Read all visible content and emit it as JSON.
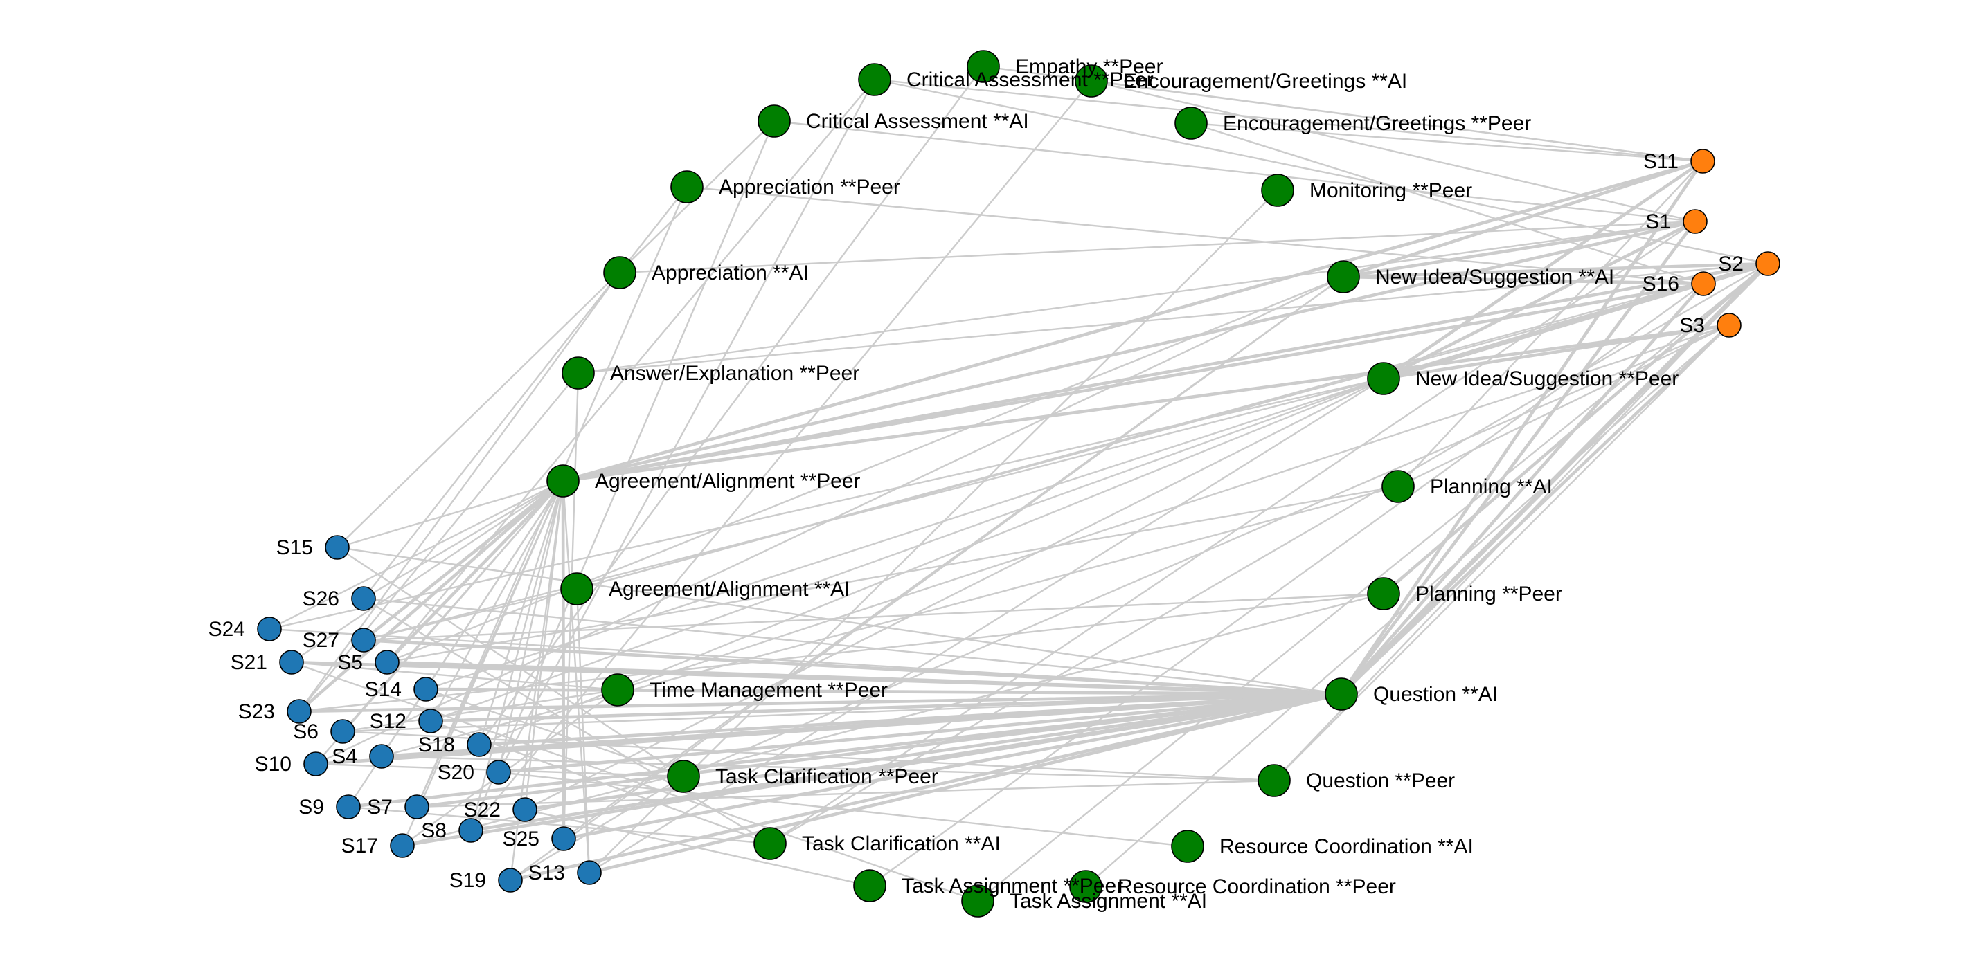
{
  "colors": {
    "edge": "#cccccc",
    "code_node": "#007f00",
    "student_group_a": "#1f77b4",
    "student_group_b": "#ff7f0e",
    "node_stroke": "#000000"
  },
  "nodes": [
    {
      "id": "empathy_peer",
      "label": "Empathy  **Peer",
      "kind": "code"
    },
    {
      "id": "crit_a",
      "label": "Critical Assessment  **Peer",
      "kind": "code"
    },
    {
      "id": "enc_ai",
      "label": "Encouragement/Greetings  **AI",
      "kind": "code"
    },
    {
      "id": "crit_ai",
      "label": "Critical Assessment  **AI",
      "kind": "code"
    },
    {
      "id": "enc_peer",
      "label": "Encouragement/Greetings  **Peer",
      "kind": "code"
    },
    {
      "id": "appr_peer",
      "label": "Appreciation  **Peer",
      "kind": "code"
    },
    {
      "id": "monitor_peer",
      "label": "Monitoring  **Peer",
      "kind": "code"
    },
    {
      "id": "appr_ai",
      "label": "Appreciation  **AI",
      "kind": "code"
    },
    {
      "id": "newidea_ai",
      "label": "New Idea/Suggestion  **AI",
      "kind": "code"
    },
    {
      "id": "ans_peer",
      "label": "Answer/Explanation  **Peer",
      "kind": "code"
    },
    {
      "id": "newidea_peer",
      "label": "New Idea/Suggestion  **Peer",
      "kind": "code"
    },
    {
      "id": "agree_peer",
      "label": "Agreement/Alignment  **Peer",
      "kind": "code"
    },
    {
      "id": "plan_ai",
      "label": "Planning  **AI",
      "kind": "code"
    },
    {
      "id": "agree_ai",
      "label": "Agreement/Alignment  **AI",
      "kind": "code"
    },
    {
      "id": "plan_peer",
      "label": "Planning  **Peer",
      "kind": "code"
    },
    {
      "id": "time_peer",
      "label": "Time Management  **Peer",
      "kind": "code"
    },
    {
      "id": "q_ai",
      "label": "Question  **AI",
      "kind": "code"
    },
    {
      "id": "taskclar_peer",
      "label": "Task Clarification  **Peer",
      "kind": "code"
    },
    {
      "id": "q_peer",
      "label": "Question  **Peer",
      "kind": "code"
    },
    {
      "id": "taskclar_ai",
      "label": "Task Clarification  **AI",
      "kind": "code"
    },
    {
      "id": "rescoord_ai",
      "label": "Resource Coordination  **AI",
      "kind": "code"
    },
    {
      "id": "taskassign_peer",
      "label": "Task Assignment  **Peer",
      "kind": "code"
    },
    {
      "id": "rescoord_peer",
      "label": "Resource Coordination  **Peer",
      "kind": "code"
    },
    {
      "id": "taskassign_ai",
      "label": "Task Assignment  **AI",
      "kind": "code"
    },
    {
      "id": "s11",
      "label": "S11",
      "kind": "student_b"
    },
    {
      "id": "s1",
      "label": "S1",
      "kind": "student_b"
    },
    {
      "id": "s2",
      "label": "S2",
      "kind": "student_b"
    },
    {
      "id": "s16",
      "label": "S16",
      "kind": "student_b"
    },
    {
      "id": "s3",
      "label": "S3",
      "kind": "student_b"
    },
    {
      "id": "s15",
      "label": "S15",
      "kind": "student_a"
    },
    {
      "id": "s26",
      "label": "S26",
      "kind": "student_a"
    },
    {
      "id": "s24",
      "label": "S24",
      "kind": "student_a"
    },
    {
      "id": "s27",
      "label": "S27",
      "kind": "student_a"
    },
    {
      "id": "s21",
      "label": "S21",
      "kind": "student_a"
    },
    {
      "id": "s5",
      "label": "S5",
      "kind": "student_a"
    },
    {
      "id": "s14",
      "label": "S14",
      "kind": "student_a"
    },
    {
      "id": "s23",
      "label": "S23",
      "kind": "student_a"
    },
    {
      "id": "s12",
      "label": "S12",
      "kind": "student_a"
    },
    {
      "id": "s6",
      "label": "S6",
      "kind": "student_a"
    },
    {
      "id": "s18",
      "label": "S18",
      "kind": "student_a"
    },
    {
      "id": "s4",
      "label": "S4",
      "kind": "student_a"
    },
    {
      "id": "s10",
      "label": "S10",
      "kind": "student_a"
    },
    {
      "id": "s20",
      "label": "S20",
      "kind": "student_a"
    },
    {
      "id": "s22",
      "label": "S22",
      "kind": "student_a"
    },
    {
      "id": "s9",
      "label": "S9",
      "kind": "student_a"
    },
    {
      "id": "s7",
      "label": "S7",
      "kind": "student_a"
    },
    {
      "id": "s8",
      "label": "S8",
      "kind": "student_a"
    },
    {
      "id": "s25",
      "label": "S25",
      "kind": "student_a"
    },
    {
      "id": "s17",
      "label": "S17",
      "kind": "student_a"
    },
    {
      "id": "s13",
      "label": "S13",
      "kind": "student_a"
    },
    {
      "id": "s19",
      "label": "S19",
      "kind": "student_a"
    }
  ],
  "edges": [
    [
      "s11",
      "crit_a",
      1
    ],
    [
      "s11",
      "enc_ai",
      1
    ],
    [
      "s11",
      "enc_peer",
      1
    ],
    [
      "s11",
      "newidea_ai",
      2
    ],
    [
      "s11",
      "newidea_peer",
      2
    ],
    [
      "s11",
      "agree_peer",
      2
    ],
    [
      "s11",
      "q_ai",
      2
    ],
    [
      "s11",
      "plan_ai",
      1
    ],
    [
      "s11",
      "empathy_peer",
      1
    ],
    [
      "s1",
      "enc_ai",
      1
    ],
    [
      "s1",
      "newidea_ai",
      2
    ],
    [
      "s1",
      "newidea_peer",
      2
    ],
    [
      "s1",
      "agree_peer",
      2
    ],
    [
      "s1",
      "q_ai",
      2
    ],
    [
      "s1",
      "ans_peer",
      1
    ],
    [
      "s1",
      "taskclar_ai",
      1
    ],
    [
      "s1",
      "appr_ai",
      1
    ],
    [
      "s1",
      "crit_ai",
      1
    ],
    [
      "s2",
      "newidea_ai",
      2
    ],
    [
      "s2",
      "newidea_peer",
      3
    ],
    [
      "s2",
      "agree_peer",
      2
    ],
    [
      "s2",
      "q_ai",
      3
    ],
    [
      "s2",
      "plan_peer",
      2
    ],
    [
      "s2",
      "taskassign_ai",
      1
    ],
    [
      "s2",
      "taskclar_ai",
      1
    ],
    [
      "s2",
      "crit_a",
      1
    ],
    [
      "s2",
      "ans_peer",
      1
    ],
    [
      "s2",
      "agree_ai",
      1
    ],
    [
      "s2",
      "q_peer",
      1
    ],
    [
      "s16",
      "newidea_ai",
      2
    ],
    [
      "s16",
      "newidea_peer",
      2
    ],
    [
      "s16",
      "agree_peer",
      2
    ],
    [
      "s16",
      "q_ai",
      2
    ],
    [
      "s16",
      "taskassign_peer",
      1
    ],
    [
      "s16",
      "agree_ai",
      1
    ],
    [
      "s16",
      "enc_peer",
      1
    ],
    [
      "s16",
      "appr_peer",
      1
    ],
    [
      "s3",
      "newidea_peer",
      2
    ],
    [
      "s3",
      "q_ai",
      2
    ],
    [
      "s3",
      "agree_peer",
      2
    ],
    [
      "s3",
      "plan_ai",
      1
    ],
    [
      "s3",
      "rescoord_peer",
      1
    ],
    [
      "s3",
      "taskclar_peer",
      1
    ],
    [
      "s3",
      "time_peer",
      1
    ],
    [
      "s3",
      "q_peer",
      1
    ],
    [
      "s15",
      "agree_peer",
      1
    ],
    [
      "s15",
      "q_ai",
      1
    ],
    [
      "s15",
      "crit_ai",
      1
    ],
    [
      "s15",
      "taskclar_peer",
      1
    ],
    [
      "s26",
      "agree_peer",
      1
    ],
    [
      "s26",
      "q_ai",
      1
    ],
    [
      "s26",
      "taskclar_ai",
      1
    ],
    [
      "s26",
      "appr_peer",
      1
    ],
    [
      "s24",
      "agree_peer",
      1
    ],
    [
      "s24",
      "q_ai",
      1
    ],
    [
      "s24",
      "newidea_peer",
      1
    ],
    [
      "s27",
      "agree_peer",
      2
    ],
    [
      "s27",
      "q_ai",
      2
    ],
    [
      "s27",
      "agree_ai",
      1
    ],
    [
      "s27",
      "newidea_peer",
      1
    ],
    [
      "s27",
      "plan_peer",
      1
    ],
    [
      "s21",
      "agree_peer",
      1
    ],
    [
      "s21",
      "q_ai",
      2
    ],
    [
      "s21",
      "time_peer",
      1
    ],
    [
      "s21",
      "taskassign_ai",
      1
    ],
    [
      "s5",
      "agree_peer",
      2
    ],
    [
      "s5",
      "q_ai",
      2
    ],
    [
      "s5",
      "newidea_ai",
      1
    ],
    [
      "s5",
      "plan_ai",
      1
    ],
    [
      "s5",
      "crit_a",
      1
    ],
    [
      "s14",
      "agree_peer",
      1
    ],
    [
      "s14",
      "q_ai",
      2
    ],
    [
      "s14",
      "taskclar_peer",
      1
    ],
    [
      "s14",
      "newidea_peer",
      1
    ],
    [
      "s23",
      "agree_peer",
      2
    ],
    [
      "s23",
      "q_ai",
      2
    ],
    [
      "s23",
      "ans_peer",
      1
    ],
    [
      "s23",
      "appr_ai",
      1
    ],
    [
      "s23",
      "plan_peer",
      1
    ],
    [
      "s12",
      "agree_peer",
      1
    ],
    [
      "s12",
      "q_ai",
      2
    ],
    [
      "s12",
      "taskclar_ai",
      1
    ],
    [
      "s12",
      "newidea_peer",
      1
    ],
    [
      "s6",
      "agree_peer",
      1
    ],
    [
      "s6",
      "q_ai",
      1
    ],
    [
      "s6",
      "time_peer",
      1
    ],
    [
      "s6",
      "q_peer",
      1
    ],
    [
      "s18",
      "agree_peer",
      1
    ],
    [
      "s18",
      "q_ai",
      2
    ],
    [
      "s18",
      "newidea_peer",
      1
    ],
    [
      "s18",
      "empathy_peer",
      1
    ],
    [
      "s4",
      "agree_peer",
      1
    ],
    [
      "s4",
      "q_ai",
      2
    ],
    [
      "s4",
      "q_peer",
      1
    ],
    [
      "s4",
      "plan_ai",
      1
    ],
    [
      "s10",
      "agree_peer",
      1
    ],
    [
      "s10",
      "q_ai",
      2
    ],
    [
      "s10",
      "taskclar_peer",
      1
    ],
    [
      "s10",
      "newidea_ai",
      1
    ],
    [
      "s20",
      "agree_peer",
      1
    ],
    [
      "s20",
      "q_ai",
      2
    ],
    [
      "s20",
      "crit_a",
      1
    ],
    [
      "s20",
      "rescoord_ai",
      1
    ],
    [
      "s22",
      "agree_peer",
      1
    ],
    [
      "s22",
      "q_ai",
      2
    ],
    [
      "s22",
      "taskassign_peer",
      1
    ],
    [
      "s22",
      "newidea_peer",
      1
    ],
    [
      "s9",
      "agree_peer",
      1
    ],
    [
      "s9",
      "q_ai",
      2
    ],
    [
      "s9",
      "taskclar_ai",
      1
    ],
    [
      "s7",
      "agree_peer",
      1
    ],
    [
      "s7",
      "q_ai",
      2
    ],
    [
      "s7",
      "appr_peer",
      1
    ],
    [
      "s7",
      "q_peer",
      1
    ],
    [
      "s8",
      "agree_peer",
      1
    ],
    [
      "s8",
      "q_ai",
      2
    ],
    [
      "s8",
      "crit_ai",
      1
    ],
    [
      "s8",
      "enc_ai",
      1
    ],
    [
      "s25",
      "agree_peer",
      2
    ],
    [
      "s25",
      "q_ai",
      2
    ],
    [
      "s25",
      "newidea_ai",
      1
    ],
    [
      "s25",
      "ans_peer",
      1
    ],
    [
      "s17",
      "agree_peer",
      1
    ],
    [
      "s17",
      "q_ai",
      2
    ],
    [
      "s17",
      "time_peer",
      1
    ],
    [
      "s17",
      "plan_peer",
      1
    ],
    [
      "s13",
      "agree_peer",
      1
    ],
    [
      "s13",
      "q_ai",
      2
    ],
    [
      "s13",
      "newidea_peer",
      1
    ],
    [
      "s13",
      "agree_ai",
      1
    ],
    [
      "s13",
      "monitor_peer",
      1
    ],
    [
      "s19",
      "agree_peer",
      1
    ],
    [
      "s19",
      "q_ai",
      2
    ],
    [
      "s19",
      "taskclar_peer",
      1
    ],
    [
      "s19",
      "newidea_ai",
      1
    ]
  ]
}
